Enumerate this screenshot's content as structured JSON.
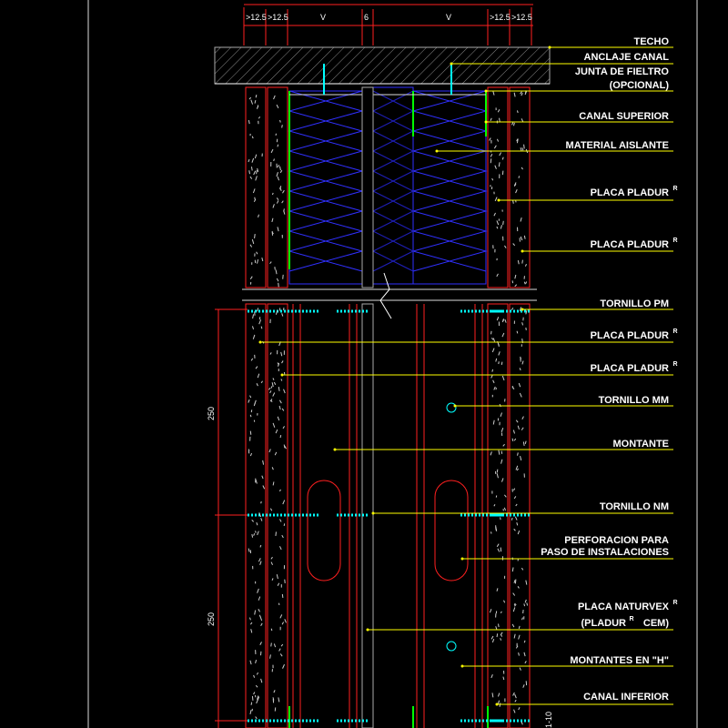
{
  "dimensions": {
    "top": [
      ">12.5",
      ">12.5",
      "V",
      "6",
      "V",
      ">12.5",
      ">12.5"
    ],
    "side_1": "250",
    "side_2": "250",
    "bottom_right": "1-10"
  },
  "labels": [
    {
      "id": "techo",
      "text": "TECHO"
    },
    {
      "id": "anclaje-canal",
      "text": "ANCLAJE CANAL"
    },
    {
      "id": "junta-fieltro",
      "text": "JUNTA DE FIELTRO"
    },
    {
      "id": "junta-opcional",
      "text": "(OPCIONAL)"
    },
    {
      "id": "canal-superior",
      "text": "CANAL SUPERIOR"
    },
    {
      "id": "material-aislante",
      "text": "MATERIAL AISLANTE"
    },
    {
      "id": "placa-pladur-1",
      "text": "PLACA PLADUR",
      "sup": "R"
    },
    {
      "id": "placa-pladur-2",
      "text": "PLACA PLADUR",
      "sup": "R"
    },
    {
      "id": "tornillo-pm",
      "text": "TORNILLO PM"
    },
    {
      "id": "placa-pladur-3",
      "text": "PLACA PLADUR",
      "sup": "R"
    },
    {
      "id": "placa-pladur-4",
      "text": "PLACA PLADUR",
      "sup": "R"
    },
    {
      "id": "tornillo-mm",
      "text": "TORNILLO MM"
    },
    {
      "id": "montante",
      "text": "MONTANTE"
    },
    {
      "id": "tornillo-nm",
      "text": "TORNILLO NM"
    },
    {
      "id": "perforacion-1",
      "text": "PERFORACION PARA"
    },
    {
      "id": "perforacion-2",
      "text": "PASO DE INSTALACIONES"
    },
    {
      "id": "placa-naturvex-1",
      "text": "PLACA NATURVEX",
      "sup": "R"
    },
    {
      "id": "placa-naturvex-2a",
      "text": "(PLADUR"
    },
    {
      "id": "placa-naturvex-2b",
      "text": "CEM)",
      "sup": "R"
    },
    {
      "id": "montantes-h",
      "text": "MONTANTES EN \"H\""
    },
    {
      "id": "canal-inferior",
      "text": "CANAL INFERIOR"
    }
  ],
  "colors": {
    "background": "#000000",
    "board": "#ff2020",
    "insulation": "#3030ff",
    "leader": "#ffff00",
    "screw": "#00ffff",
    "stud": "#00ff00",
    "text": "#ffffff"
  }
}
